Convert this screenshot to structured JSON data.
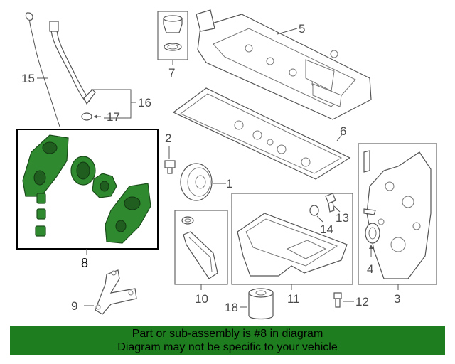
{
  "diagram": {
    "callouts": {
      "c1": "1",
      "c2": "2",
      "c3": "3",
      "c4": "4",
      "c5": "5",
      "c6": "6",
      "c7": "7",
      "c8": "8",
      "c9": "9",
      "c10": "10",
      "c11": "11",
      "c12": "12",
      "c13": "13",
      "c14": "14",
      "c15": "15",
      "c16": "16",
      "c17": "17",
      "c18": "18"
    },
    "highlight_color": "#2f8a2f"
  },
  "banner": {
    "line1": "Part or sub-assembly is #8 in diagram",
    "line2": "Diagram may not be specific to your vehicle",
    "background": "#1e7d1e"
  }
}
